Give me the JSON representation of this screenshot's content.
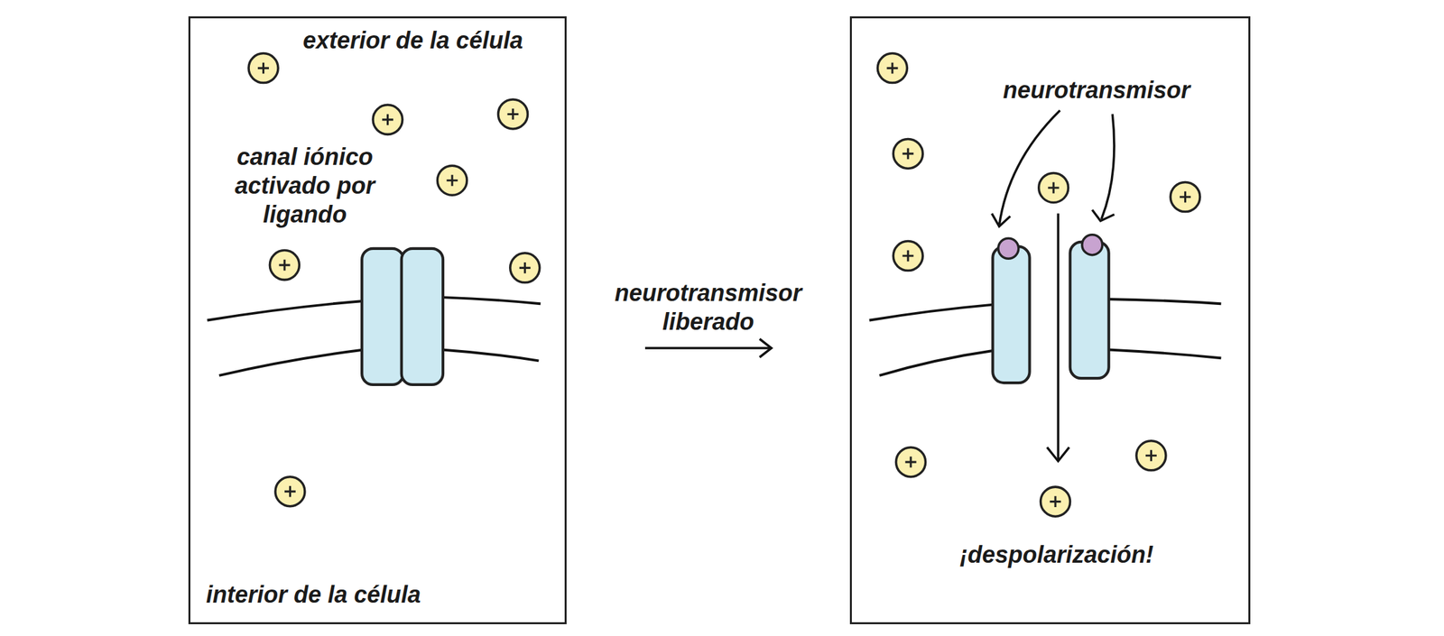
{
  "diagram": {
    "nodes": [
      {
        "text": [
          "exterior de la célula",
          "canal iónico activado por ligando",
          "interior de la célula"
        ]
      },
      {
        "text": [
          "neurotransmisor",
          "¡despolarización!"
        ]
      }
    ],
    "edges": [
      {
        "from": 0,
        "to": 1,
        "arrow": "to",
        "label": "neurotransmisor liberado"
      }
    ]
  }
}
